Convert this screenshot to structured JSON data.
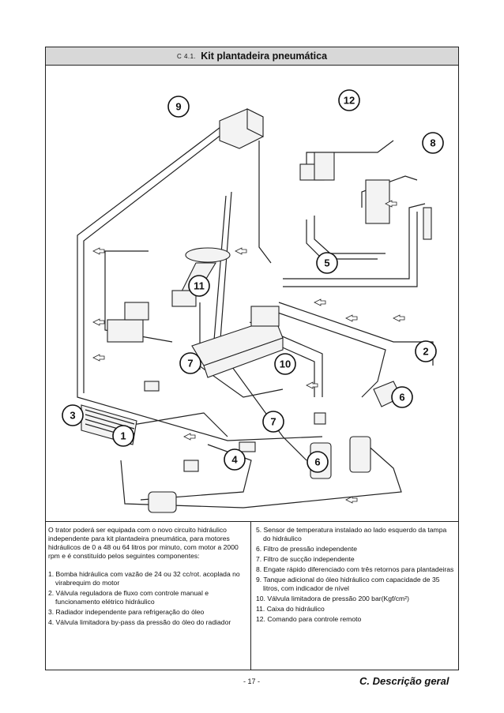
{
  "header": {
    "code": "C 4.1.",
    "title": "Kit plantadeira pneumática"
  },
  "diagram": {
    "callouts": [
      "9",
      "12",
      "8",
      "11",
      "5",
      "7",
      "10",
      "2",
      "3",
      "6",
      "1",
      "4",
      "7",
      "6"
    ]
  },
  "intro": "O trator poderá ser equipada com o  novo circuito hidráulico independente para kit plantadeira pneumática, para motores hidráulicos de 0 a 48 ou 64  litros por minuto, com motor a 2000 rpm e é  constituído pelos seguintes  componentes:",
  "left_items": [
    "1. Bomba hidráulica com vazão de 24 ou 32 cc/rot. acoplada no virabrequim do motor",
    "2. Válvula reguladora de fluxo com controle manual e funcionamento elétrico hidráulico",
    "3. Radiador independente para refrigeração do óleo",
    "4. Válvula limitadora by-pass da pressão do óleo do radiador"
  ],
  "right_items": [
    "5.  Sensor de temperatura instalado ao lado esquerdo da tampa  do hidráulico",
    "6. Filtro de pressão independente",
    "7. Filtro de sucção independente",
    "8.  Engate rápido diferenciado com três retornos para plantadeiras",
    "9.  Tanque adicional do óleo hidráulico com capacidade de 35 litros, com indicador de nível",
    "10. Válvula limitadora de pressão 200 bar(Kgf/cm²)",
    "11. Caixa do hidráulico",
    "12. Comando para controle remoto"
  ],
  "footer": {
    "page": "- 17 -",
    "section": "C. Descrição geral"
  }
}
